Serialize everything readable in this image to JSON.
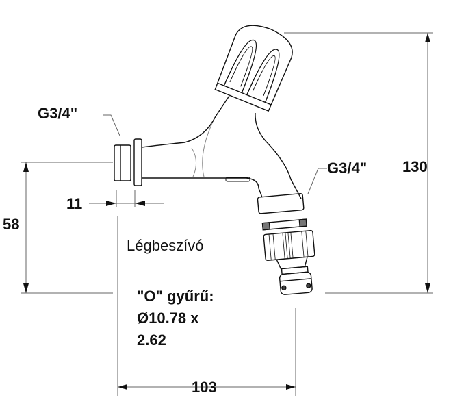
{
  "labels": {
    "inlet_thread": "G3/4\"",
    "outlet_thread": "G3/4\"",
    "height_total": "130",
    "height_inlet": "58",
    "thread_length": "11",
    "width_total": "103",
    "air_intake": "Légbeszívó",
    "oring_title": "\"O\" gyűrű:",
    "oring_size_1": "Ø10.78 x",
    "oring_size_2": "2.62"
  }
}
